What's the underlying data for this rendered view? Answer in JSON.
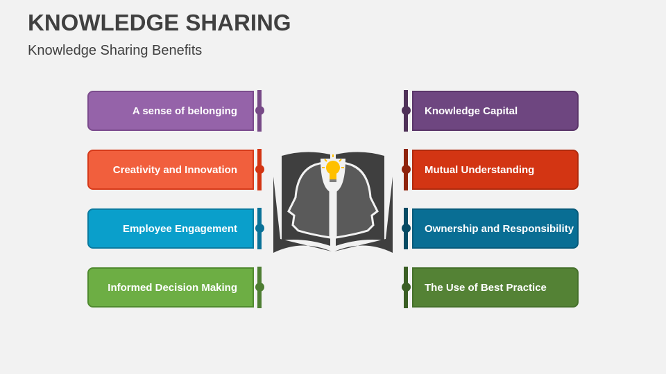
{
  "title": "KNOWLEDGE SHARING",
  "subtitle": "Knowledge Sharing Benefits",
  "left": [
    {
      "label": "A sense of belonging",
      "fill": "#9563a9",
      "border": "#7b4b8d",
      "bar": "#774a87"
    },
    {
      "label": "Creativity and Innovation",
      "fill": "#f15f3d",
      "border": "#d63a1a",
      "bar": "#d33513"
    },
    {
      "label": "Employee Engagement",
      "fill": "#0a9fcb",
      "border": "#0a7ba0",
      "bar": "#0a7298"
    },
    {
      "label": "Informed Decision Making",
      "fill": "#6dae44",
      "border": "#4f8a2e",
      "bar": "#4e7e33"
    }
  ],
  "right": [
    {
      "label": "Knowledge Capital",
      "fill": "#6e4680",
      "border": "#5a3569",
      "bar": "#4f3158"
    },
    {
      "label": "Mutual Understanding",
      "fill": "#d33513",
      "border": "#b02a0c",
      "bar": "#8e230c"
    },
    {
      "label": "Ownership and Responsibility",
      "fill": "#096e94",
      "border": "#075a7a",
      "bar": "#064a63"
    },
    {
      "label": "The Use of Best Practice",
      "fill": "#548235",
      "border": "#44702a",
      "bar": "#3a5e24"
    }
  ],
  "icon": "book-heads-lightbulb-icon"
}
